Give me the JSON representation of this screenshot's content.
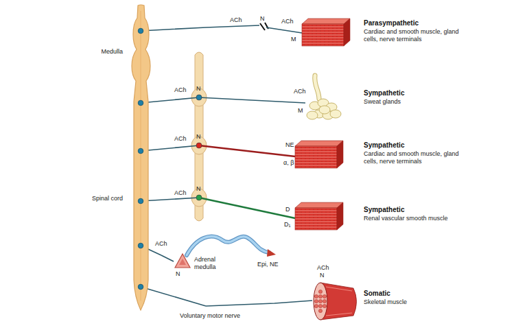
{
  "diagram": {
    "nodes": [
      {
        "text": [
          "Medulla",
          "Spinal cord"
        ]
      },
      {
        "text": [
          "Parasympathetic",
          "Cardiac and smooth muscle, gland cells, nerve terminals"
        ]
      },
      {
        "text": [
          "Sympathetic",
          "Sweat glands"
        ]
      },
      {
        "text": [
          "Sympathetic",
          "Cardiac and smooth muscle, gland cells, nerve terminals"
        ]
      },
      {
        "text": [
          "Sympathetic",
          "Renal vascular smooth muscle"
        ]
      },
      {
        "text": [
          "Adrenal medulla"
        ]
      },
      {
        "text": [
          "Somatic",
          "Skeletal muscle"
        ]
      }
    ],
    "edges": [
      {
        "from": 0,
        "to": 1,
        "arrow": "none"
      },
      {
        "from": 0,
        "to": 2,
        "arrow": "none"
      },
      {
        "from": 0,
        "to": 3,
        "arrow": "none"
      },
      {
        "from": 0,
        "to": 4,
        "arrow": "none"
      },
      {
        "from": 0,
        "to": 5,
        "arrow": "none"
      },
      {
        "from": 0,
        "to": 6,
        "arrow": "none"
      }
    ],
    "labels": [
      "ACh",
      "N",
      "ACh",
      "M",
      "ACh",
      "N",
      "ACh",
      "M",
      "ACh",
      "N",
      "NE",
      "α, β",
      "ACh",
      "N",
      "D",
      "D₁",
      "ACh",
      "N",
      "Epi, NE",
      "ACh",
      "N",
      "Voluntary motor nerve"
    ]
  }
}
